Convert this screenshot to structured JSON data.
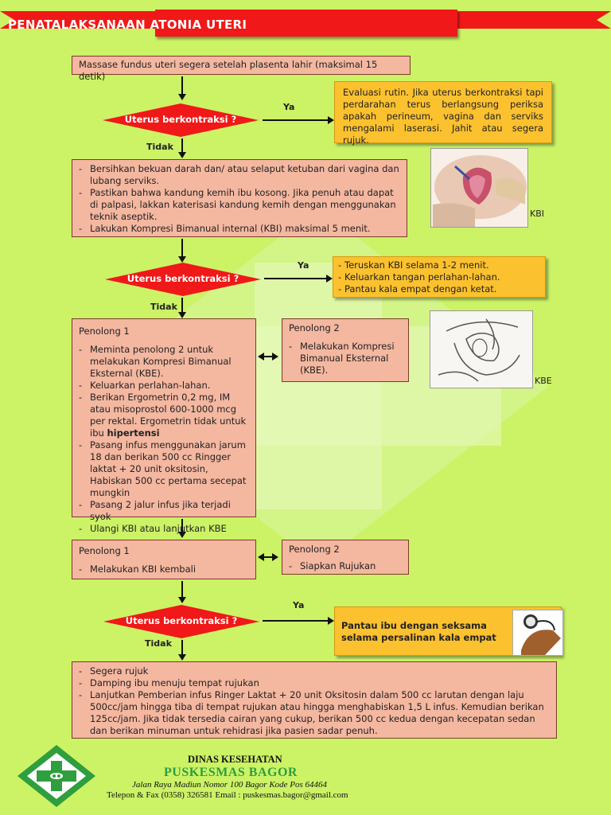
{
  "header": {
    "title": "PENATALAKSANAAN ATONIA UTERI"
  },
  "colors": {
    "background": "#ccf266",
    "header_red": "#f01818",
    "box_fill": "#f4b7a0",
    "callout_fill": "#fcc12e",
    "diamond_red": "#f01818",
    "footer_green": "#2e9e3e"
  },
  "step1": {
    "text": "Massase fundus uteri segera setelah plasenta lahir (maksimal 15 detik)"
  },
  "decision1": {
    "label": "Uterus berkontraksi ?",
    "yes": "Ya",
    "no": "Tidak"
  },
  "yes1": {
    "text": "Evaluasi rutin. Jika uterus berkontraksi tapi perdarahan terus berlangsung periksa apakah perineum, vagina dan serviks mengalami laserasi. Jahit atau segera rujuk."
  },
  "step2": {
    "items": [
      "Bersihkan bekuan darah dan/ atau selaput ketuban dari vagina dan lubang serviks.",
      "Pastikan bahwa kandung kemih ibu kosong. Jika penuh atau dapat di palpasi, lakkan katerisasi kandung kemih dengan menggunakan teknik aseptik.",
      "Lakukan Kompresi Bimanual internal (KBI) maksimal 5 menit."
    ]
  },
  "image1": {
    "label": "KBI",
    "icon": "kbi-illustration"
  },
  "decision2": {
    "label": "Uterus berkontraksi ?",
    "yes": "Ya",
    "no": "Tidak"
  },
  "yes2": {
    "items": [
      "Teruskan KBI selama 1-2 menit.",
      "Keluarkan tangan perlahan-lahan.",
      "Pantau kala empat dengan ketat."
    ]
  },
  "penolong1a": {
    "title": "Penolong 1",
    "items": [
      "Meminta penolong 2 untuk melakukan Kompresi Bimanual Eksternal (KBE).",
      "Keluarkan perlahan-lahan.",
      "Berikan Ergometrin 0,2 mg, IM atau misoprostol 600-1000 mcg per rektal. Ergometrin tidak untuk ibu",
      "Pasang infus menggunakan jarum 18 dan berikan 500 cc Ringger laktat + 20 unit oksitosin, Habiskan 500 cc pertama secepat mungkin",
      "Pasang 2 jalur infus jika terjadi syok",
      "Ulangi KBI atau lanjutkan KBE"
    ],
    "bold_word": "hipertensi"
  },
  "penolong2a": {
    "title": "Penolong 2",
    "items": [
      "Melakukan Kompresi Bimanual Eksternal (KBE)."
    ]
  },
  "image2": {
    "label": "KBE",
    "icon": "kbe-illustration"
  },
  "penolong1b": {
    "title": "Penolong 1",
    "items": [
      "Melakukan KBI kembali"
    ]
  },
  "penolong2b": {
    "title": "Penolong 2",
    "items": [
      "Siapkan Rujukan"
    ]
  },
  "decision3": {
    "label": "Uterus berkontraksi ?",
    "yes": "Ya",
    "no": "Tidak"
  },
  "yes3": {
    "text": "Pantau ibu dengan seksama selama persalinan kala empat",
    "icon": "blood-pressure-icon"
  },
  "final": {
    "items": [
      "Segera rujuk",
      "Damping ibu menuju tempat rujukan",
      "Lanjutkan Pemberian infus Ringer Laktat + 20 unit Oksitosin dalam 500 cc larutan dengan laju 500cc/jam hingga tiba di tempat rujukan atau hingga menghabiskan 1,5 L infus. Kemudian berikan 125cc/jam. Jika tidak tersedia cairan yang cukup, berikan 500 cc kedua dengan kecepatan sedan dan berikan minuman untuk rehidrasi jika pasien sadar penuh."
    ]
  },
  "footer": {
    "org": "DINAS KESEHATAN",
    "name": "PUSKESMAS BAGOR",
    "address": "Jalan Raya Madiun Nomor 100 Bagor Kode Pos 64464",
    "contact": "Telepon & Fax (0358) 326581 Email : puskesmas.bagor@gmail.com",
    "logo": "puskesmas-logo"
  }
}
